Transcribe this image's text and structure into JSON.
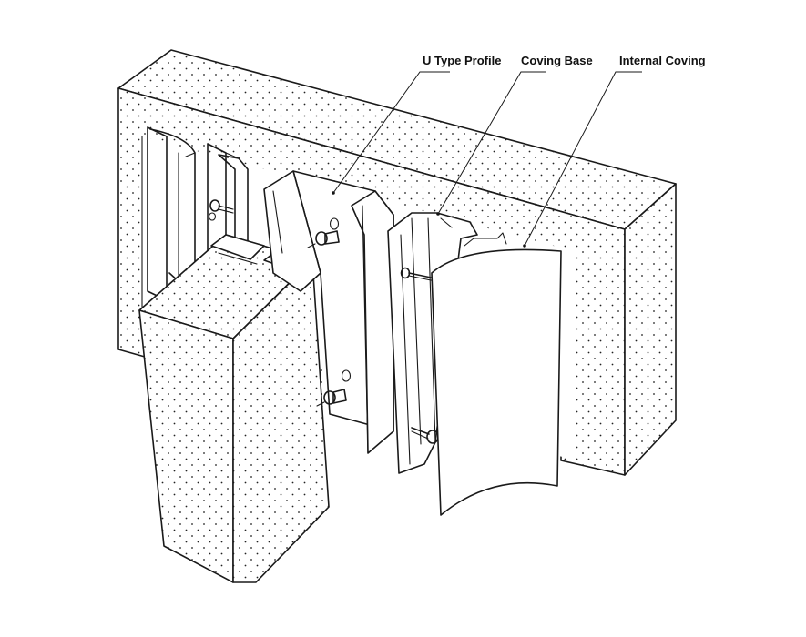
{
  "diagram": {
    "callouts": [
      {
        "id": "u-type-profile",
        "label": "U Type Profile"
      },
      {
        "id": "coving-base",
        "label": "Coving Base"
      },
      {
        "id": "internal-coving",
        "label": "Internal Coving"
      }
    ]
  }
}
